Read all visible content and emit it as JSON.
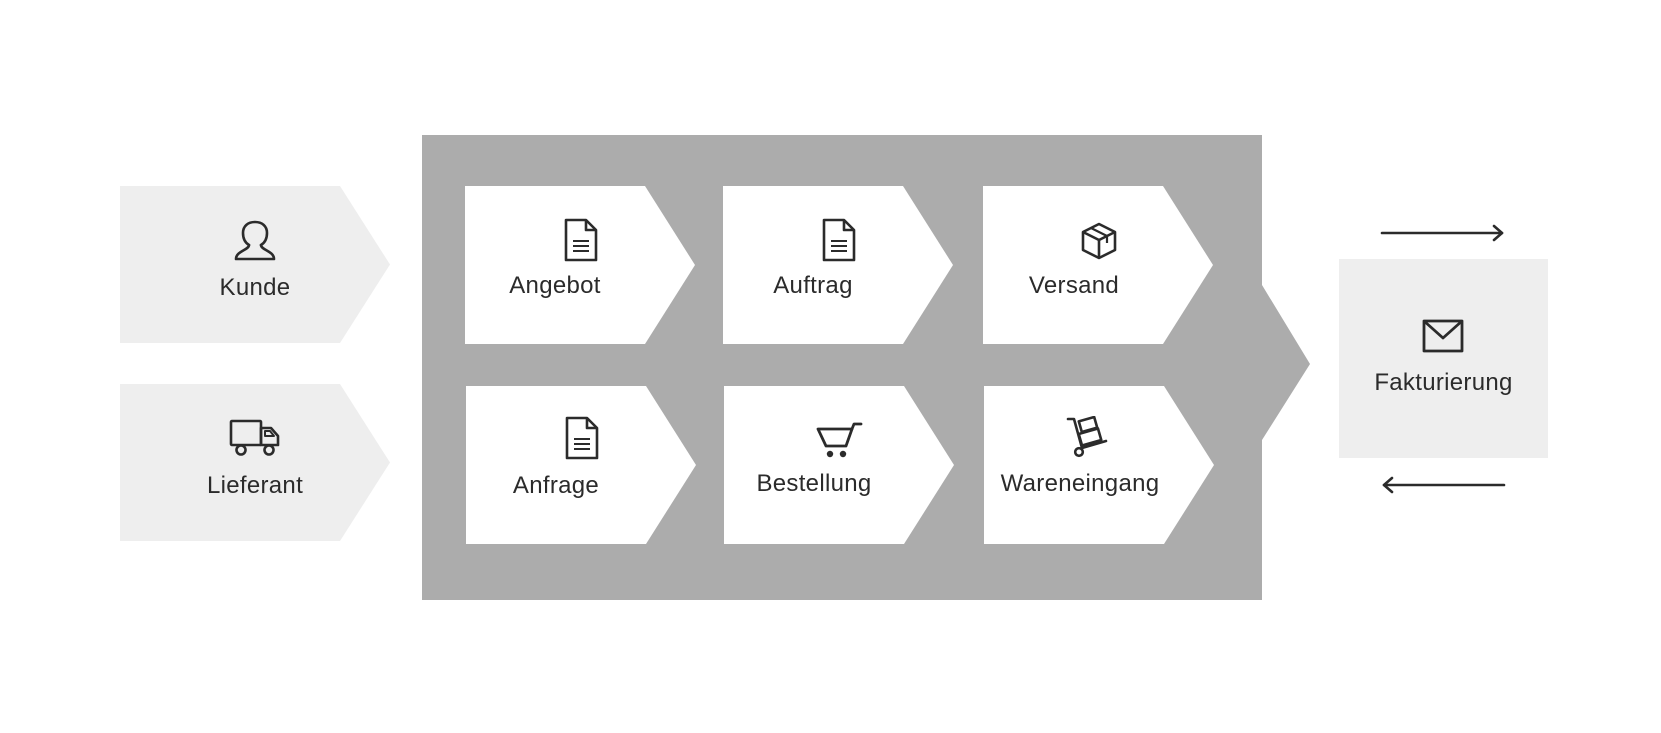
{
  "colors": {
    "actor_fill": "#eeeeee",
    "block_fill": "#acacac",
    "step_fill": "#ffffff",
    "billing_fill": "#eeeeee",
    "icon_stroke": "#2b2b2b",
    "text": "#2b2b2b"
  },
  "actors": [
    {
      "label": "Kunde",
      "icon": "person-icon"
    },
    {
      "label": "Lieferant",
      "icon": "truck-icon"
    }
  ],
  "process": {
    "row_1": [
      {
        "label": "Angebot",
        "icon": "document-icon"
      },
      {
        "label": "Auftrag",
        "icon": "document-icon"
      },
      {
        "label": "Versand",
        "icon": "package-icon"
      }
    ],
    "row_2": [
      {
        "label": "Anfrage",
        "icon": "document-icon"
      },
      {
        "label": "Bestellung",
        "icon": "shopping-cart-icon"
      },
      {
        "label": "Wareneingang",
        "icon": "hand-truck-icon"
      }
    ]
  },
  "billing": {
    "label": "Fakturierung",
    "icon": "envelope-icon"
  },
  "connectors": {
    "top": "arrow-right-icon",
    "bottom": "arrow-left-icon"
  }
}
